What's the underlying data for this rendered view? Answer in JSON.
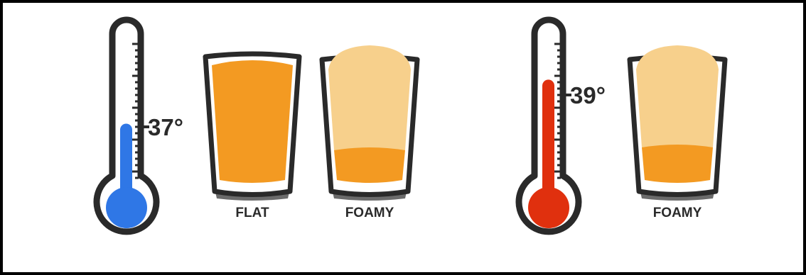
{
  "scenes": [
    {
      "thermometer": {
        "temperature_label": "37°",
        "liquid_color": "#2F77E6",
        "level_fraction": 0.45
      },
      "glasses": [
        {
          "label": "FLAT",
          "state": "flat"
        },
        {
          "label": "FOAMY",
          "state": "foamy"
        }
      ]
    },
    {
      "thermometer": {
        "temperature_label": "39°",
        "liquid_color": "#E0300E",
        "level_fraction": 0.72
      },
      "glasses": [
        {
          "label": "FOAMY",
          "state": "foamy"
        }
      ]
    }
  ],
  "colors": {
    "outline": "#2a2a2a",
    "glass_base": "#6b6b6b",
    "beer": "#F39A22",
    "foam": "#F7D08C",
    "background": "#FFFFFF"
  }
}
